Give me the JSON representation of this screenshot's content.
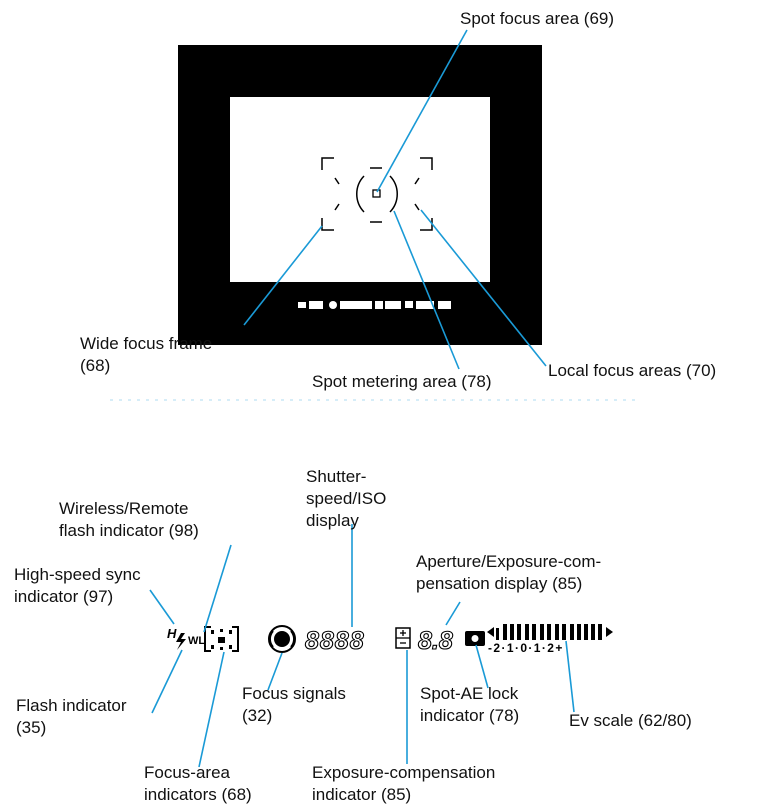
{
  "viewfinder": {
    "mini_readout": "ᴴ⁄ₗ ⁞⁞ (●) 8888 ⊟ 8.8 ■ ◂▮▮▮▮▸"
  },
  "labels": {
    "spot_focus_area": "Spot focus area (69)",
    "wide_focus_frame": "Wide focus frame\n(68)",
    "spot_metering_area": "Spot metering area (78)",
    "local_focus_areas": "Local focus areas (70)",
    "wireless_flash": "Wireless/Remote\nflash indicator (98)",
    "high_speed_sync": "High-speed sync\nindicator (97)",
    "shutter_iso": "Shutter-\nspeed/ISO\ndisplay",
    "aperture_display": "Aperture/Exposure-com-\npensation display (85)",
    "flash_indicator": "Flash indicator\n(35)",
    "focus_signals": "Focus signals\n(32)",
    "spot_ae_lock": "Spot-AE lock\nindicator (78)",
    "ev_scale": "Ev scale (62/80)",
    "focus_area_indicators": "Focus-area\nindicators (68)",
    "exposure_comp_indicator": "Exposure-compensation\nindicator (85)"
  },
  "lcd": {
    "hs_text": "H",
    "wl_text": "WL",
    "shutter_digits": "8888",
    "aperture_digits": "8.8",
    "ev_scale_text": "-2·1·0·1·2+"
  },
  "colors": {
    "leader_line": "#1a9ad6",
    "frame": "#000000"
  }
}
